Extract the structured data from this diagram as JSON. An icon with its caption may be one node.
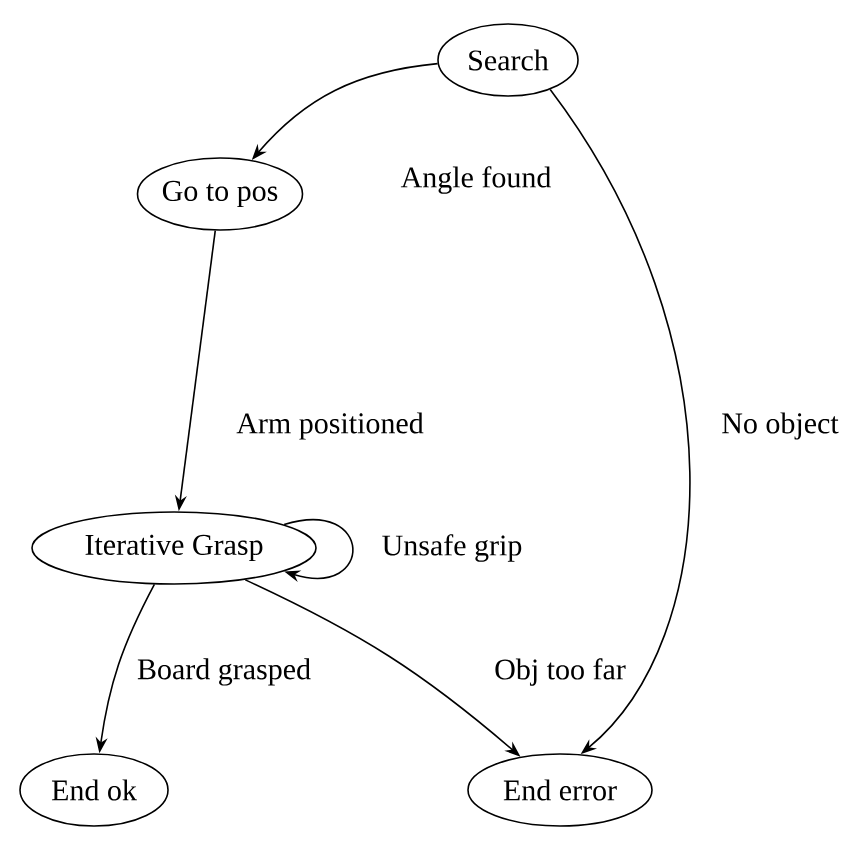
{
  "diagram": {
    "nodes": [
      {
        "text": [
          "Search"
        ]
      },
      {
        "text": [
          "Go to pos"
        ]
      },
      {
        "text": [
          "Iterative Grasp"
        ]
      },
      {
        "text": [
          "End ok"
        ]
      },
      {
        "text": [
          "End error"
        ]
      }
    ],
    "edges": [
      {
        "from": 0,
        "to": 1,
        "arrow": "to",
        "label": "Angle found"
      },
      {
        "from": 0,
        "to": 4,
        "arrow": "to",
        "label": "No object"
      },
      {
        "from": 1,
        "to": 2,
        "arrow": "to",
        "label": "Arm positioned"
      },
      {
        "from": 2,
        "to": 2,
        "arrow": "to",
        "label": "Unsafe grip"
      },
      {
        "from": 2,
        "to": 3,
        "arrow": "to",
        "label": "Board grasped"
      },
      {
        "from": 2,
        "to": 4,
        "arrow": "to",
        "label": "Obj too far"
      }
    ]
  }
}
